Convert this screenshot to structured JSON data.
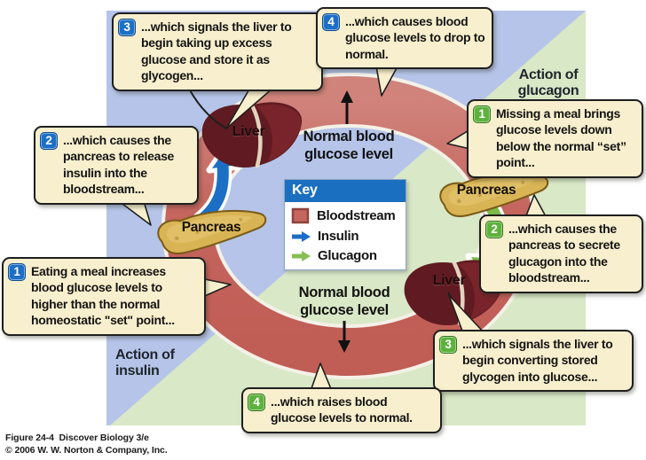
{
  "colors": {
    "background_blue": "#b5c4e8",
    "background_green": "#d9e8c6",
    "bloodstream_ring": "#c4655e",
    "insulin_arrow": "#1b6fc4",
    "glucagon_arrow": "#7cba4a",
    "callout_background": "#f7efcd",
    "key_header_blue": "#1b6fc0",
    "liver": "#5f1b21",
    "pancreas": "#d9b455"
  },
  "key": {
    "title": "Key",
    "items": [
      {
        "label": "Bloodstream"
      },
      {
        "label": "Insulin"
      },
      {
        "label": "Glucagon"
      }
    ]
  },
  "labels": {
    "action_insulin": "Action of\ninsulin",
    "action_glucagon": "Action of\nglucagon",
    "normal_glucose_top": "Normal blood\nglucose level",
    "normal_glucose_bottom": "Normal blood\nglucose level",
    "liver_upper": "Liver",
    "liver_lower": "Liver",
    "pancreas_left": "Pancreas",
    "pancreas_right": "Pancreas"
  },
  "insulin_steps": [
    {
      "num": "1",
      "text": "Eating a meal increases blood glucose levels to higher than the normal homeostatic \"set\" point..."
    },
    {
      "num": "2",
      "text": "...which causes the pancreas to release insulin into the bloodstream..."
    },
    {
      "num": "3",
      "text": "...which signals the liver to begin taking up excess glucose and store it as glycogen..."
    },
    {
      "num": "4",
      "text": "...which causes blood glucose levels to drop to normal."
    }
  ],
  "glucagon_steps": [
    {
      "num": "1",
      "text": "Missing a meal brings glucose levels down below the normal “set” point..."
    },
    {
      "num": "2",
      "text": "...which causes the pancreas to secrete glucagon into the bloodstream..."
    },
    {
      "num": "3",
      "text": "...which signals the liver to begin converting stored glycogen into glucose..."
    },
    {
      "num": "4",
      "text": "...which raises blood glucose levels to normal."
    }
  ],
  "footer": {
    "line1": "Figure 24-4  Discover Biology 3/e",
    "line2": "© 2006 W. W. Norton & Company, Inc."
  }
}
